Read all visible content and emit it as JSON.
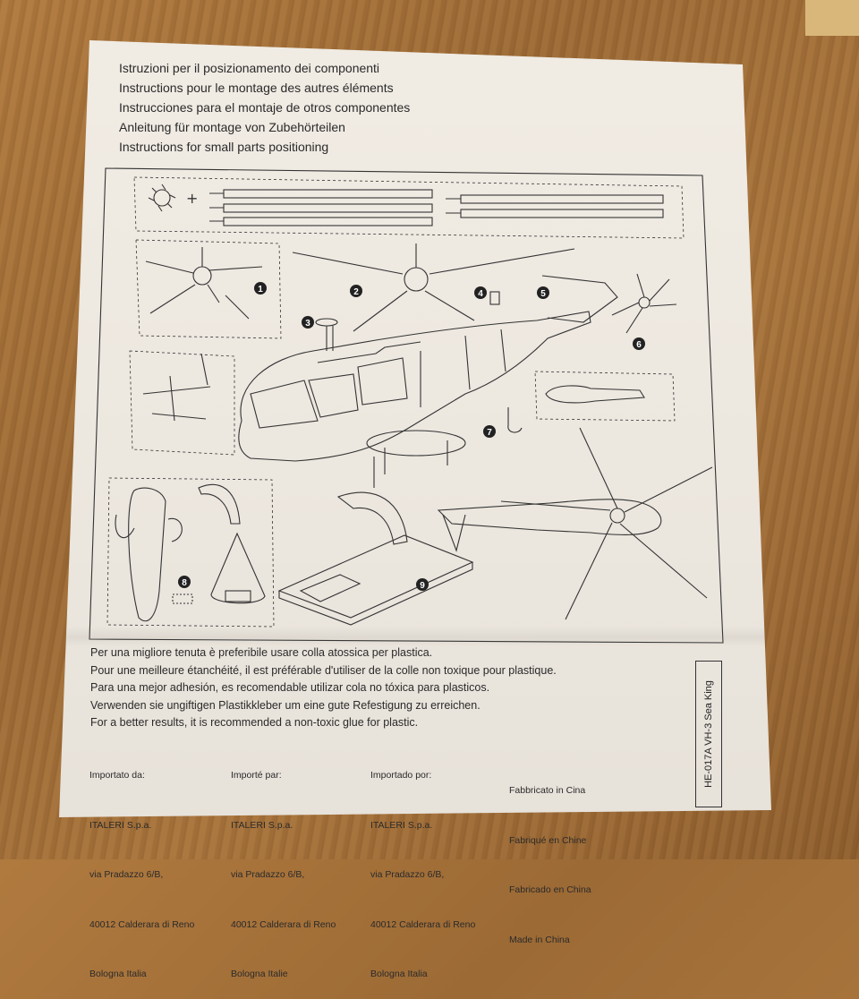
{
  "header": {
    "lines": [
      "Istruzioni per il posizionamento dei componenti",
      "Instructions pour le montage des autres éléments",
      "Instrucciones para el montaje de otros componentes",
      "Anleitung für montage von Zubehörteilen",
      "Instructions for small parts positioning"
    ]
  },
  "steps": [
    "1",
    "2",
    "3",
    "4",
    "5",
    "6",
    "7",
    "8",
    "9"
  ],
  "glue_note": {
    "lines": [
      "Per una migliore tenuta è preferibile usare colla atossica per plastica.",
      "Pour une meilleure étanchéité, il est préférable d'utiliser de la colle non toxique pour plastique.",
      "Para una mejor adhesión, es recomendable utilizar cola no tóxica para plasticos.",
      "Verwenden sie ungiftigen Plastikkleber um eine gute Refestigung zu erreichen.",
      "For a better results, it is recommended a non-toxic glue for plastic."
    ]
  },
  "importers": [
    {
      "label": "Importato da:",
      "name": "ITALERI S.p.a.",
      "street": "via Pradazzo 6/B,",
      "city": "40012 Calderara di Reno",
      "country": "Bologna Italia"
    },
    {
      "label": "Importé par:",
      "name": "ITALERI S.p.a.",
      "street": "via Pradazzo 6/B,",
      "city": "40012 Calderara di Reno",
      "country": "Bologna Italie"
    },
    {
      "label": "Importado por:",
      "name": "ITALERI S.p.a.",
      "street": "via Pradazzo 6/B,",
      "city": "40012 Calderara di Reno",
      "country": "Bologna Italia"
    }
  ],
  "made_in": [
    "Fabbricato in Cina",
    "Fabriqué en Chine",
    "Fabricado en China",
    "Made in China"
  ],
  "product_code": "HE-017A  VH-3 Sea King"
}
